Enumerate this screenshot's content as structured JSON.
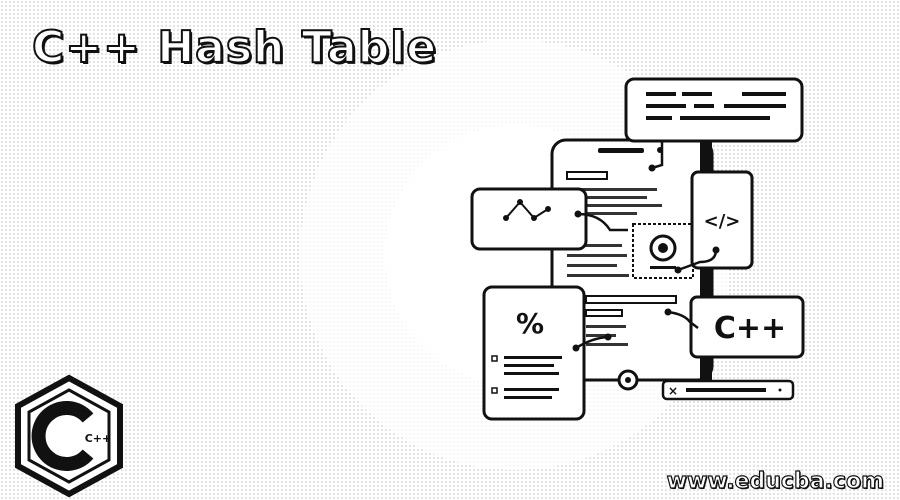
{
  "header": {
    "title": "C++ Hash Table"
  },
  "illustration": {
    "code_card_label": "</>",
    "percent_card_label": "%",
    "language_card_label": "C++",
    "search_bar_close": "×"
  },
  "logo": {
    "label": "C++"
  },
  "footer": {
    "url": "www.educba.com"
  },
  "colors": {
    "ink": "#111111",
    "paper": "#ffffff",
    "accent": "#111111"
  }
}
